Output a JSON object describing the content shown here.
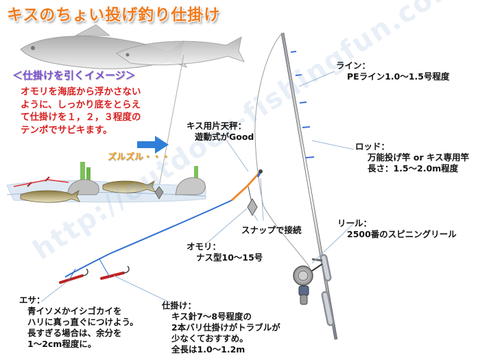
{
  "title": "キスのちょい投げ釣り仕掛け",
  "watermark": "http://outdoor-fishingfun.com /",
  "image_section": {
    "subtitle": "＜仕掛けを引くイメージ＞",
    "description_lines": [
      "オモリを海底から浮かさない",
      "ように、しっかり底をとらえ",
      "て仕掛けを１，２，３程度の",
      "テンポでサビキます。"
    ],
    "motion_label": "ズルズル・・・"
  },
  "labels": {
    "line": {
      "heading": "ライン：",
      "detail": "PEライン1.0～1.5号程度"
    },
    "rod": {
      "heading": "ロッド：",
      "detail_1": "万能投げ竿 or キス専用竿",
      "detail_2": "長さ：1.5～2.0m程度"
    },
    "tenbin": {
      "heading": "キス用片天秤：",
      "detail": "遊動式がGood"
    },
    "snap": {
      "text": "スナップで接続"
    },
    "reel": {
      "heading": "リール：",
      "detail": "2500番のスピニングリール"
    },
    "sinker": {
      "heading": "オモリ：",
      "detail": "ナス型10～15号"
    },
    "bait": {
      "heading": "エサ：",
      "detail_lines": [
        "青イソメかイシゴカイを",
        "ハリに真っ直ぐにつけよう。",
        "長すぎる場合は、余分を",
        "1～2cm程度に。"
      ]
    },
    "rig": {
      "heading": "仕掛け：",
      "detail_lines": [
        "キス針7～8号程度の",
        "2本バリ仕掛けがトラブルが",
        "少なくておすすめ。",
        "全長は1.0～1.2m"
      ]
    }
  },
  "colors": {
    "title": "#f07a1c",
    "subtitle": "#7a4fd0",
    "description": "#d81f1f",
    "motion": "#f0a020",
    "arrow": "#2f7fd8",
    "leader": "#2f6fd0",
    "tenbin_arm": "#f08a30",
    "hook": "#c02020"
  }
}
